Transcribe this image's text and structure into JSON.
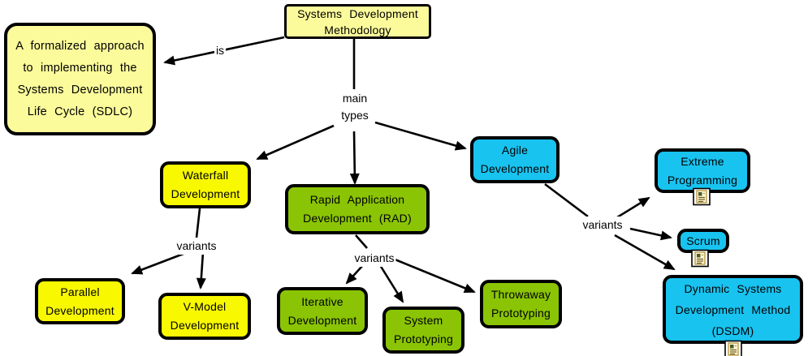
{
  "palette": {
    "canvas": "#FFFFFF",
    "light_yellow": "#FBFB9B",
    "yellow": "#F8F800",
    "green": "#8AC404",
    "cyan": "#18C3F0",
    "line": "#000000"
  },
  "icons": {
    "resource_icon": "document-with-text-lines"
  },
  "nodes": {
    "methodology": {
      "label": "Systems Development\nMethodology"
    },
    "definition": {
      "label": "A formalized approach\nto implementing the\nSystems Development\nLife Cycle (SDLC)"
    },
    "waterfall": {
      "label": "Waterfall\nDevelopment"
    },
    "rad": {
      "label": "Rapid Application\nDevelopment (RAD)"
    },
    "agile": {
      "label": "Agile\nDevelopment"
    },
    "parallel": {
      "label": "Parallel\nDevelopment"
    },
    "vmodel": {
      "label": "V-Model\nDevelopment"
    },
    "iterative": {
      "label": "Iterative\nDevelopment"
    },
    "system_prototyping": {
      "label": "System\nPrototyping"
    },
    "throwaway": {
      "label": "Throwaway\nPrototyping"
    },
    "xp": {
      "label": "Extreme\nProgramming",
      "resource_icon": "document-resource-icon"
    },
    "scrum": {
      "label": "Scrum",
      "resource_icon": "document-resource-icon"
    },
    "dsdm": {
      "label": "Dynamic Systems\nDevelopment Method\n(DSDM)",
      "resource_icon": "document-resource-icon"
    }
  },
  "links": {
    "is": {
      "label": "is"
    },
    "main_types": {
      "label": "main\ntypes"
    },
    "waterfall_variants": {
      "label": "variants"
    },
    "rad_variants": {
      "label": "variants"
    },
    "agile_variants": {
      "label": "variants"
    }
  }
}
